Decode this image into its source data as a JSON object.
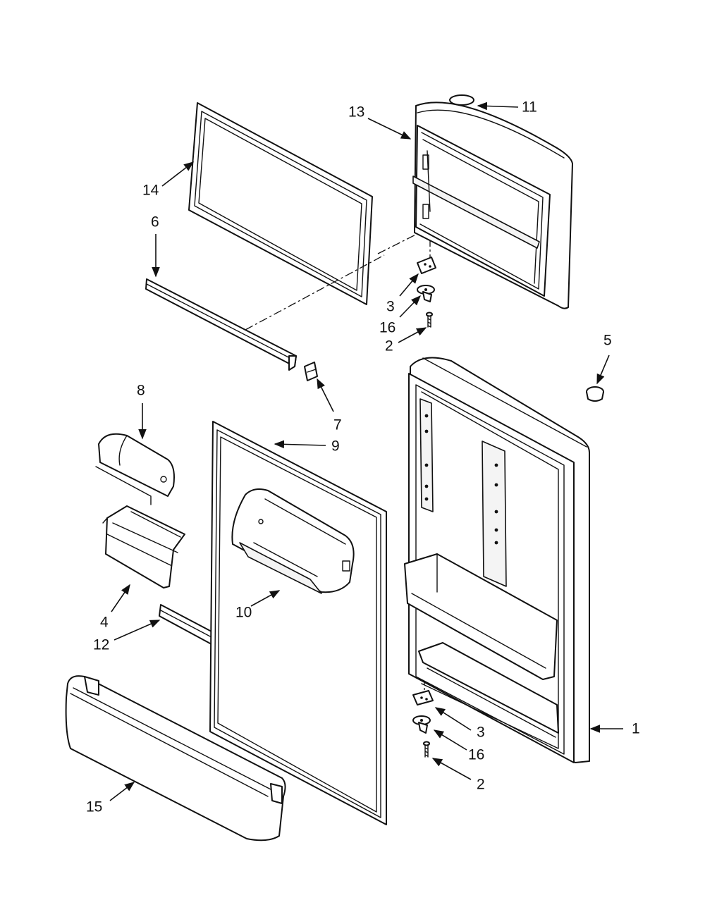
{
  "callouts": [
    {
      "id": "c11",
      "text": "11"
    },
    {
      "id": "c13",
      "text": "13"
    },
    {
      "id": "c14",
      "text": "14"
    },
    {
      "id": "c6",
      "text": "6"
    },
    {
      "id": "c3a",
      "text": "3"
    },
    {
      "id": "c16a",
      "text": "16"
    },
    {
      "id": "c2a",
      "text": "2"
    },
    {
      "id": "c5",
      "text": "5"
    },
    {
      "id": "c7",
      "text": "7"
    },
    {
      "id": "c8",
      "text": "8"
    },
    {
      "id": "c9",
      "text": "9"
    },
    {
      "id": "c10",
      "text": "10"
    },
    {
      "id": "c4",
      "text": "4"
    },
    {
      "id": "c12",
      "text": "12"
    },
    {
      "id": "c15",
      "text": "15"
    },
    {
      "id": "c1",
      "text": "1"
    },
    {
      "id": "c3b",
      "text": "3"
    },
    {
      "id": "c16b",
      "text": "16"
    },
    {
      "id": "c2b",
      "text": "2"
    }
  ],
  "colors": {
    "line": "#111111",
    "background": "#ffffff"
  }
}
